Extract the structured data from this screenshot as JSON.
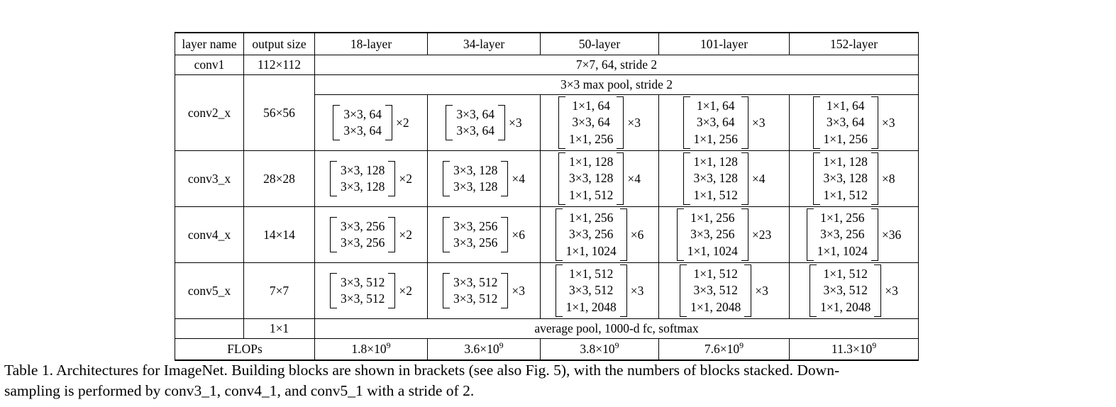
{
  "table": {
    "columns": [
      "layer name",
      "output size",
      "18-layer",
      "34-layer",
      "50-layer",
      "101-layer",
      "152-layer"
    ],
    "rows": {
      "conv1": {
        "name": "conv1",
        "output_size": "112×112",
        "spanning_text": "7×7, 64, stride 2"
      },
      "maxpool": {
        "spanning_text": "3×3 max pool, stride 2"
      },
      "conv2_x": {
        "name": "conv2_x",
        "output_size": "56×56",
        "cells": [
          {
            "lines": [
              "3×3, 64",
              "3×3, 64"
            ],
            "mult": "×2"
          },
          {
            "lines": [
              "3×3, 64",
              "3×3, 64"
            ],
            "mult": "×3"
          },
          {
            "lines": [
              "1×1, 64",
              "3×3, 64",
              "1×1, 256"
            ],
            "mult": "×3"
          },
          {
            "lines": [
              "1×1, 64",
              "3×3, 64",
              "1×1, 256"
            ],
            "mult": "×3"
          },
          {
            "lines": [
              "1×1, 64",
              "3×3, 64",
              "1×1, 256"
            ],
            "mult": "×3"
          }
        ]
      },
      "conv3_x": {
        "name": "conv3_x",
        "output_size": "28×28",
        "cells": [
          {
            "lines": [
              "3×3, 128",
              "3×3, 128"
            ],
            "mult": "×2"
          },
          {
            "lines": [
              "3×3, 128",
              "3×3, 128"
            ],
            "mult": "×4"
          },
          {
            "lines": [
              "1×1, 128",
              "3×3, 128",
              "1×1, 512"
            ],
            "mult": "×4"
          },
          {
            "lines": [
              "1×1, 128",
              "3×3, 128",
              "1×1, 512"
            ],
            "mult": "×4"
          },
          {
            "lines": [
              "1×1, 128",
              "3×3, 128",
              "1×1, 512"
            ],
            "mult": "×8"
          }
        ]
      },
      "conv4_x": {
        "name": "conv4_x",
        "output_size": "14×14",
        "cells": [
          {
            "lines": [
              "3×3, 256",
              "3×3, 256"
            ],
            "mult": "×2"
          },
          {
            "lines": [
              "3×3, 256",
              "3×3, 256"
            ],
            "mult": "×6"
          },
          {
            "lines": [
              "1×1, 256",
              "3×3, 256",
              "1×1, 1024"
            ],
            "mult": "×6"
          },
          {
            "lines": [
              "1×1, 256",
              "3×3, 256",
              "1×1, 1024"
            ],
            "mult": "×23"
          },
          {
            "lines": [
              "1×1, 256",
              "3×3, 256",
              "1×1, 1024"
            ],
            "mult": "×36"
          }
        ]
      },
      "conv5_x": {
        "name": "conv5_x",
        "output_size": "7×7",
        "cells": [
          {
            "lines": [
              "3×3, 512",
              "3×3, 512"
            ],
            "mult": "×2"
          },
          {
            "lines": [
              "3×3, 512",
              "3×3, 512"
            ],
            "mult": "×3"
          },
          {
            "lines": [
              "1×1, 512",
              "3×3, 512",
              "1×1, 2048"
            ],
            "mult": "×3"
          },
          {
            "lines": [
              "1×1, 512",
              "3×3, 512",
              "1×1, 2048"
            ],
            "mult": "×3"
          },
          {
            "lines": [
              "1×1, 512",
              "3×3, 512",
              "1×1, 2048"
            ],
            "mult": "×3"
          }
        ]
      },
      "average_pool": {
        "name": "",
        "output_size": "1×1",
        "spanning_text": "average pool, 1000-d fc, softmax"
      },
      "flops": {
        "label": "FLOPs",
        "values": [
          {
            "mantissa": "1.8×10",
            "exponent": "9"
          },
          {
            "mantissa": "3.6×10",
            "exponent": "9"
          },
          {
            "mantissa": "3.8×10",
            "exponent": "9"
          },
          {
            "mantissa": "7.6×10",
            "exponent": "9"
          },
          {
            "mantissa": "11.3×10",
            "exponent": "9"
          }
        ]
      }
    }
  },
  "caption": {
    "line1": "Table 1. Architectures for ImageNet. Building blocks are shown in brackets (see also Fig. 5), with the numbers of blocks stacked. Down-",
    "line2": "sampling is performed by conv3_1, conv4_1, and conv5_1 with a stride of 2."
  }
}
